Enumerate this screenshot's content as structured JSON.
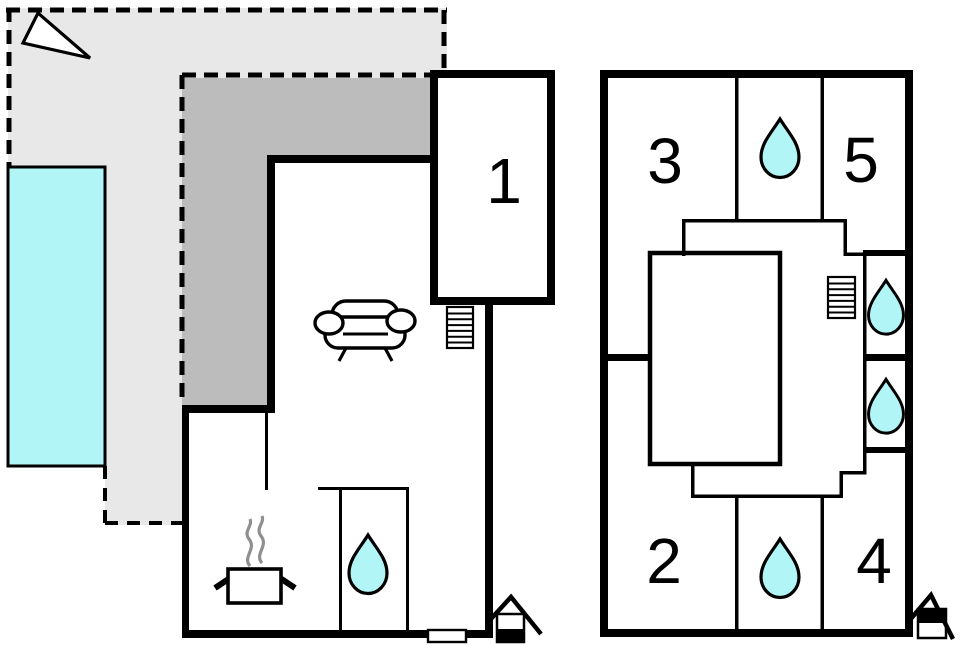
{
  "title": "Holiday home floor plan",
  "colors": {
    "background": "#ffffff",
    "terrace": "#e8e8e8",
    "veranda": "#bcbcbc",
    "water": "#b2f5f6",
    "wall": "#000000",
    "steam": "#8f8f8f"
  },
  "plan": {
    "ground_floor": {
      "room_labels": {
        "room1": "1"
      },
      "icons": {
        "north_arrow": "triangle-pointer",
        "pool": "cyan-rectangle",
        "sofa": "sofa-glyph",
        "stairs": "ladder-glyph",
        "cooking_pot": "pot-with-steam",
        "water_drop": "teardrop",
        "entrance_house": "house-marker",
        "door": "white-rect-on-wall"
      }
    },
    "upper_floor": {
      "room_labels": {
        "room3": "3",
        "room5": "5",
        "room2": "2",
        "room4": "4"
      },
      "icons": {
        "stairs": "ladder-glyph",
        "water_drop_top": "teardrop",
        "water_drop_right_upper": "teardrop",
        "water_drop_right_lower": "teardrop",
        "water_drop_bottom": "teardrop",
        "entrance_house": "house-marker"
      }
    }
  }
}
